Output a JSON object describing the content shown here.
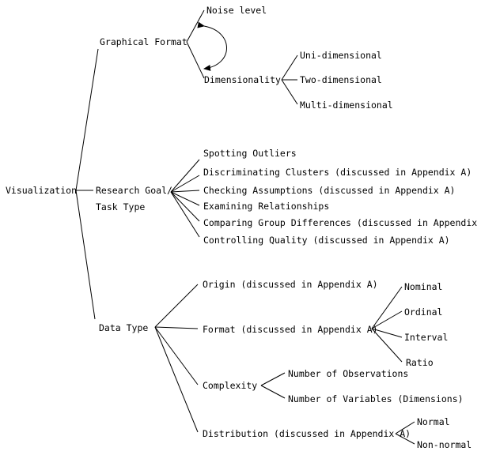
{
  "root": "Visualization",
  "graphical": {
    "label": "Graphical Format",
    "noise": "Noise level",
    "dimensionality": "Dimensionality",
    "dims": [
      "Uni-dimensional",
      "Two-dimensional",
      "Multi-dimensional"
    ]
  },
  "research": {
    "label_line1": "Research Goal/",
    "label_line2": "Task Type",
    "items": [
      "Spotting Outliers",
      "Discriminating Clusters (discussed in Appendix A)",
      "Checking Assumptions (discussed in Appendix A)",
      "Examining Relationships",
      "Comparing Group Differences (discussed in Appendix A)",
      "Controlling Quality (discussed in Appendix A)"
    ]
  },
  "datatype": {
    "label": "Data Type",
    "origin": "Origin (discussed in Appendix A)",
    "format": "Format (discussed in Appendix A)",
    "format_items": [
      "Nominal",
      "Ordinal",
      "Interval",
      "Ratio"
    ],
    "complexity": "Complexity",
    "complexity_items": [
      "Number of Observations",
      "Number of Variables (Dimensions)"
    ],
    "distribution": "Distribution (discussed in Appendix A)",
    "distribution_items": [
      "Normal",
      "Non-normal"
    ]
  }
}
